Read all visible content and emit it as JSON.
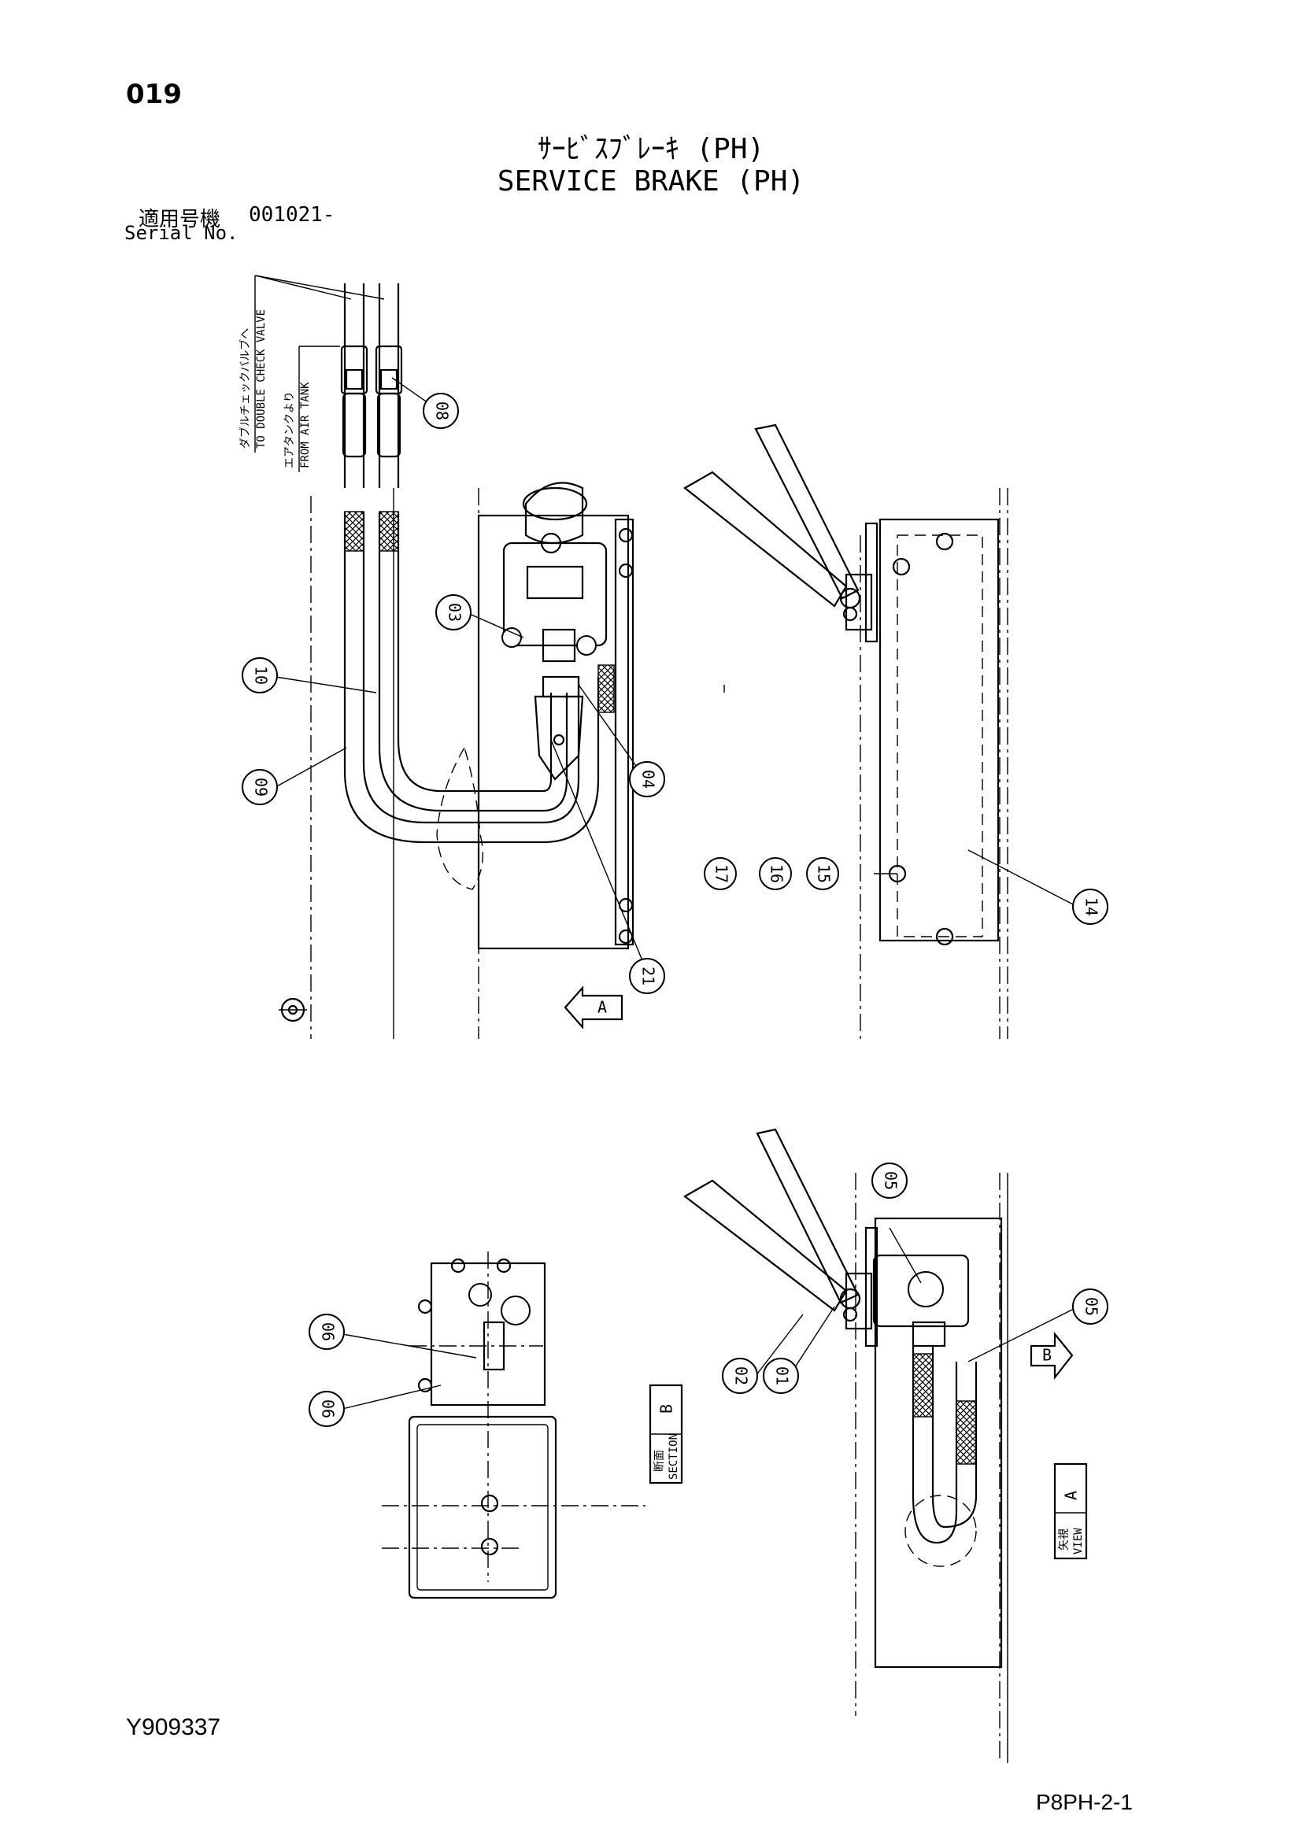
{
  "header": {
    "page_number": "019",
    "title_jp": "ｻｰﾋﾞｽﾌﾞﾚｰｷ (PH)",
    "title_en": "SERVICE BRAKE (PH)",
    "serial_label_jp": "適用号機",
    "serial_value": "001021-",
    "serial_label_en": "Serial No."
  },
  "annotations": {
    "to_double_check_valve_jp": "ダブルチェックバルブへ",
    "to_double_check_valve_en": "TO DOUBLE CHECK VALVE",
    "from_air_tank_jp": "エアタンクより",
    "from_air_tank_en": "FROM AIR TANK"
  },
  "parts": [
    {
      "key": "p08",
      "label": "08"
    },
    {
      "key": "p03",
      "label": "03"
    },
    {
      "key": "p10",
      "label": "10"
    },
    {
      "key": "p09",
      "label": "09"
    },
    {
      "key": "p04",
      "label": "04"
    },
    {
      "key": "p21",
      "label": "21"
    },
    {
      "key": "p17",
      "label": "17"
    },
    {
      "key": "p16",
      "label": "16"
    },
    {
      "key": "p15",
      "label": "15"
    },
    {
      "key": "p14",
      "label": "14"
    },
    {
      "key": "p05a",
      "label": "05"
    },
    {
      "key": "p05b",
      "label": "05"
    },
    {
      "key": "p02",
      "label": "02"
    },
    {
      "key": "p01",
      "label": "01"
    },
    {
      "key": "p06a",
      "label": "06"
    },
    {
      "key": "p06b",
      "label": "06"
    }
  ],
  "view_markers": {
    "arrow_a": "A",
    "arrow_b": "B",
    "section_label_jp": "断面",
    "section_label_en": "SECTION",
    "section_letter": "B",
    "view_label_jp": "矢視",
    "view_label_en": "VIEW",
    "view_letter": "A"
  },
  "footer": {
    "document_id": "Y909337",
    "sheet_id": "P8PH-2-1"
  }
}
